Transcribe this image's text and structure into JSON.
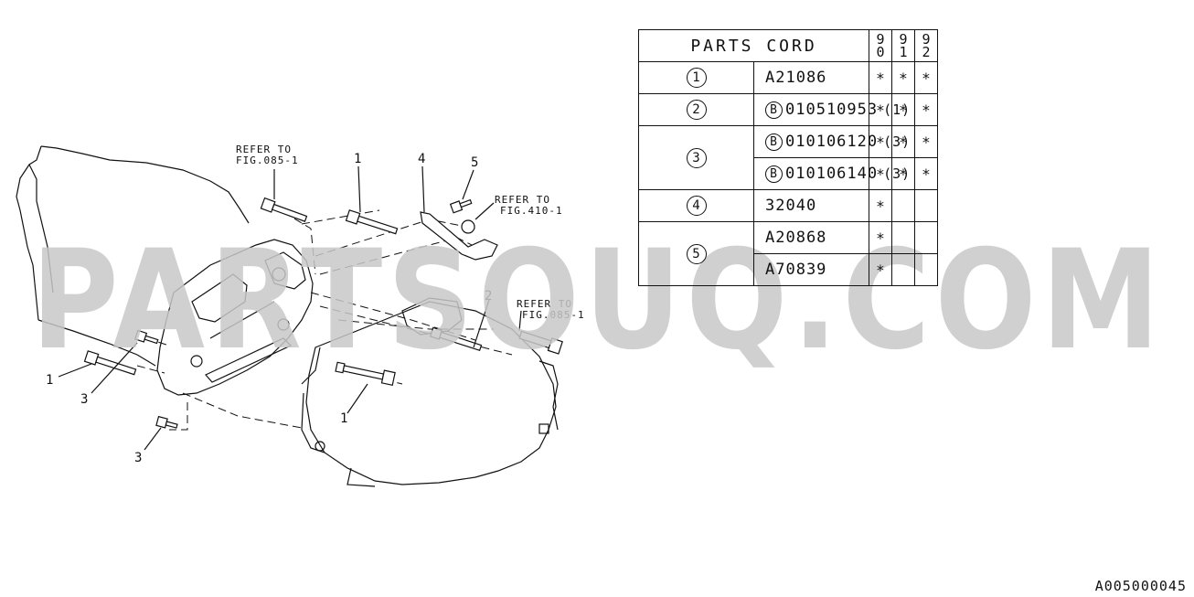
{
  "callouts": {
    "refer_085_top": [
      "REFER TO",
      "FIG.085-1"
    ],
    "refer_410": [
      "REFER TO",
      "FIG.410-1"
    ],
    "refer_085_right": [
      "REFER TO",
      "FIG.085-1"
    ],
    "n1_top": "1",
    "n4": "4",
    "n5": "5",
    "n2": "2",
    "n1_left": "1",
    "n3_mid": "3",
    "n1_bottom": "1",
    "n3_bottom": "3"
  },
  "watermark": "PARTSOUQ.COM",
  "table": {
    "header": "PARTS CORD",
    "years": [
      [
        "9",
        "0"
      ],
      [
        "9",
        "1"
      ],
      [
        "9",
        "2"
      ]
    ],
    "rows": [
      {
        "no": "1",
        "code": "A21086",
        "b": false,
        "qty": "",
        "marks": [
          "*",
          "*",
          "*"
        ]
      },
      {
        "no": "2",
        "code": "010510953",
        "b": true,
        "qty": "(1)",
        "marks": [
          "*",
          "*",
          "*"
        ]
      },
      {
        "no": "3",
        "code": "010106120",
        "b": true,
        "qty": "(3)",
        "marks": [
          "*",
          "*",
          "*"
        ]
      },
      {
        "no": "",
        "code": "010106140",
        "b": true,
        "qty": "(3)",
        "marks": [
          "*",
          "*",
          "*"
        ]
      },
      {
        "no": "4",
        "code": "32040",
        "b": false,
        "qty": "",
        "marks": [
          "*",
          "",
          ""
        ]
      },
      {
        "no": "5",
        "code": "A20868",
        "b": false,
        "qty": "",
        "marks": [
          "*",
          "",
          ""
        ]
      },
      {
        "no": "",
        "code": "A70839",
        "b": false,
        "qty": "",
        "marks": [
          "*",
          "",
          ""
        ]
      }
    ],
    "b_letter": "B"
  },
  "diagram_id": "A005000045"
}
